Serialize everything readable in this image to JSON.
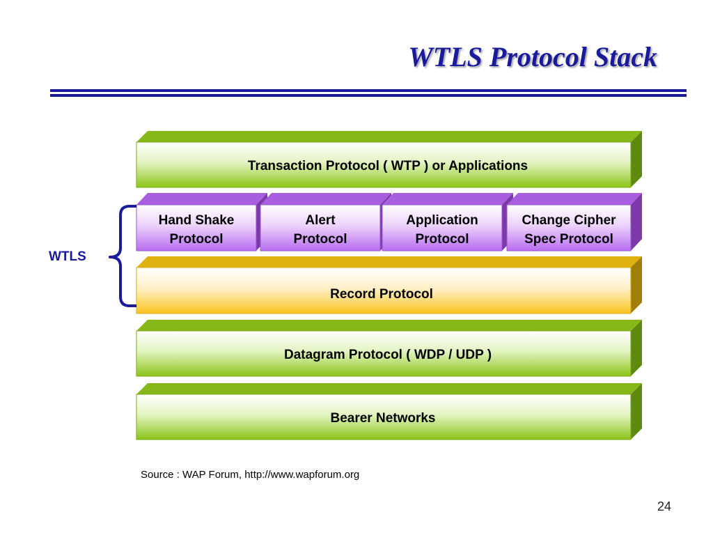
{
  "title": "WTLS Protocol Stack",
  "layers": {
    "transaction": {
      "label": "Transaction Protocol ( WTP ) or Applications"
    },
    "handshake": {
      "line1": "Hand Shake",
      "line2": "Protocol"
    },
    "alert": {
      "line1": "Alert",
      "line2": "Protocol"
    },
    "application": {
      "line1": "Application",
      "line2": "Protocol"
    },
    "change_cipher": {
      "line1": "Change Cipher",
      "line2": "Spec Protocol"
    },
    "record": {
      "label": "Record Protocol"
    },
    "datagram": {
      "label": "Datagram Protocol ( WDP / UDP )"
    },
    "bearer": {
      "label": "Bearer Networks"
    }
  },
  "wtls_label": "WTLS",
  "source": "Source : WAP Forum, http://www.wapforum.org",
  "page_number": "24",
  "colors": {
    "title": "#1a1a9c",
    "green_layer": "#8cc418",
    "purple_layer": "#b86cf0",
    "record_layer": "#f0c418"
  }
}
